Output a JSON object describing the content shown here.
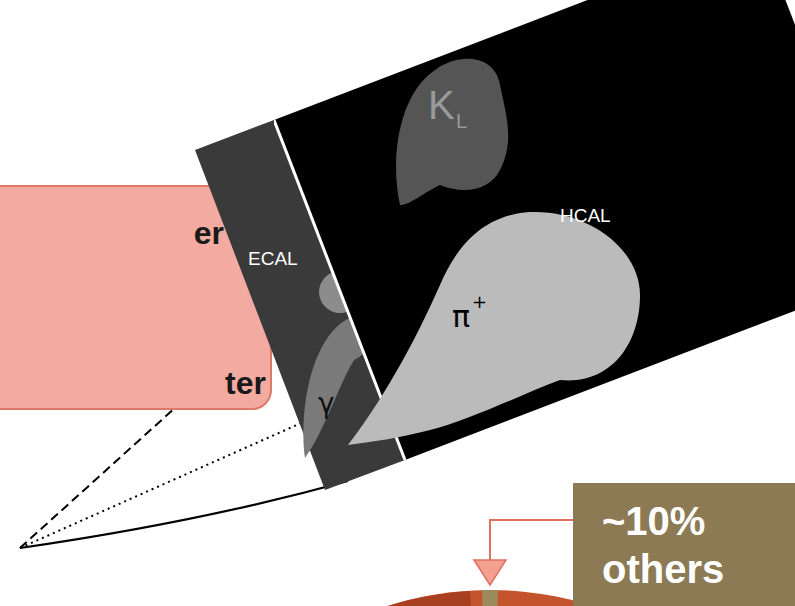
{
  "diagram": {
    "nodes": [
      {
        "text": [
          "er",
          "ter"
        ]
      },
      {
        "text": [
          "ECAL"
        ]
      },
      {
        "text": [
          "γ"
        ],
        "in": 1
      },
      {
        "text": [
          "HCAL"
        ]
      },
      {
        "text": [
          "K",
          "L"
        ],
        "in": 3
      },
      {
        "text": [
          "π",
          "+"
        ],
        "in": 3
      },
      {
        "text": [
          "~10% others"
        ]
      }
    ]
  }
}
